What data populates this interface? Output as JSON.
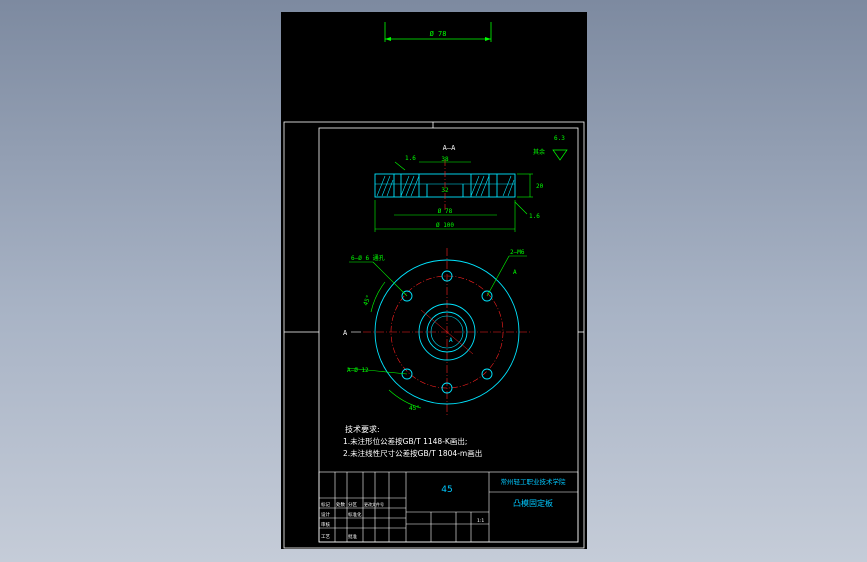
{
  "colors": {
    "background": "#7f8ca2",
    "canvas": "#000000",
    "frame": "#ffffff",
    "dimension": "#00ff00",
    "geometry": "#00e5ff",
    "center_line": "#ff2020",
    "note_text": "#ffffff",
    "title_text": "#00c8ff"
  },
  "top_view": {
    "dimension": "Ø 78"
  },
  "section": {
    "title": "A—A",
    "dim_bore_top": "38",
    "dim_bore": "32",
    "dim_left": "1.6",
    "dim_outer": "Ø 78",
    "dim_flange": "Ø 100",
    "dim_height": "20",
    "dim_step": "1.6",
    "roughness_value": "6.3",
    "roughness_note": "其余"
  },
  "plan": {
    "holes_label": "6—Ø 6 通孔",
    "thread_label": "2—M6",
    "angle_top": "45°",
    "angle_bottom": "45°",
    "pin_label": "A—Ø 12",
    "section_mark_left": "A",
    "section_mark_right": "A",
    "center_label": "A"
  },
  "notes": {
    "heading": "技术要求:",
    "line1": "1.未注形位公差按GB/T 1148-K画出;",
    "line2": "2.未注线性尺寸公差按GB/T 1804-m画出"
  },
  "title_block": {
    "drawing_number": "45",
    "school": "常州轻工职业技术学院",
    "part_name": "凸模固定板",
    "cells": [
      "标记",
      "处数",
      "分区",
      "更改文件号",
      "设计",
      "标准化",
      "审核",
      "工艺",
      "批准"
    ],
    "scale_hint": "1:1"
  }
}
